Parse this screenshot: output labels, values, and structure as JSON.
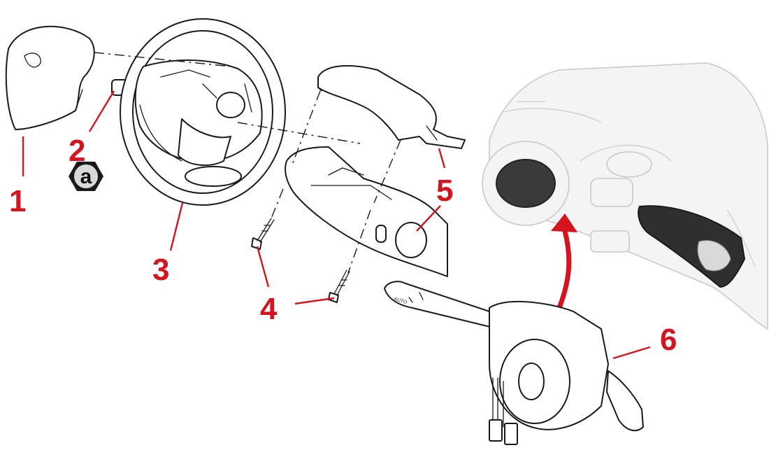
{
  "diagram": {
    "callouts": {
      "c1": "1",
      "c2": "2",
      "c3": "3",
      "c4": "4",
      "c5": "5",
      "c6": "6"
    },
    "hex_badge": "a",
    "lever_text": "AUTO",
    "colors": {
      "callout": "#d4141e",
      "ink": "#1a1a1a",
      "ghost": "#c9c9c9"
    },
    "icons": [
      "airbag-cover",
      "bolt",
      "steering-wheel",
      "screw",
      "column-shroud",
      "switch-module",
      "dashboard-ghost",
      "arrow"
    ]
  }
}
